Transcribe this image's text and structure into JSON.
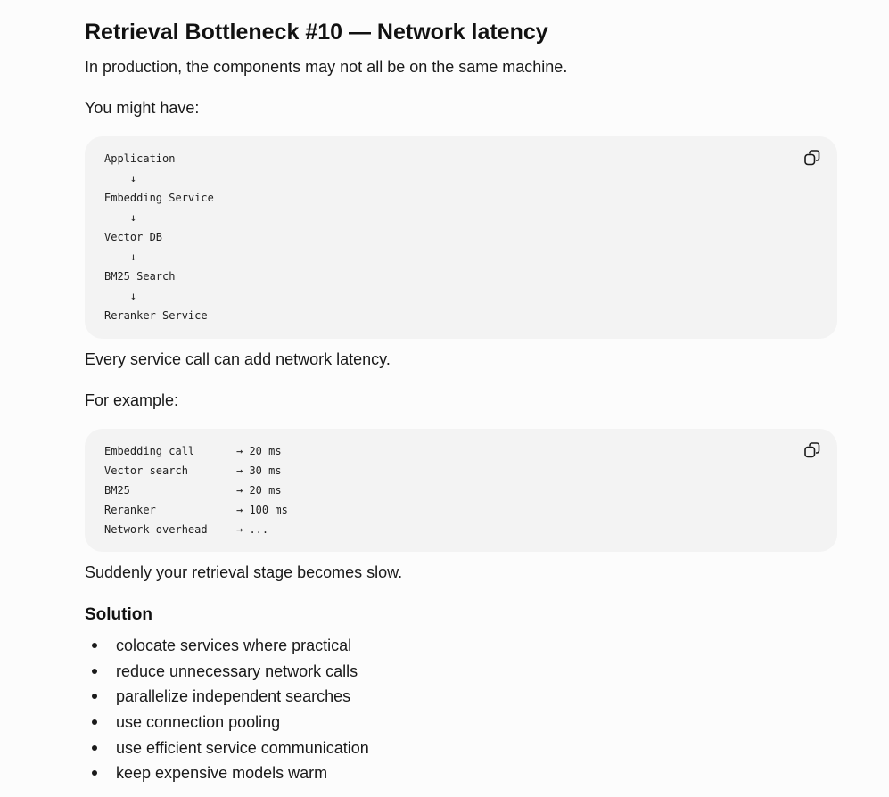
{
  "title": "Retrieval Bottleneck #10 — Network latency",
  "intro": "In production, the components may not all be on the same machine.",
  "might_have": "You might have:",
  "pipeline_code": {
    "lines": [
      "Application",
      "    ↓",
      "Embedding Service",
      "    ↓",
      "Vector DB",
      "    ↓",
      "BM25 Search",
      "    ↓",
      "Reranker Service"
    ],
    "copy_icon": "copy-icon"
  },
  "every_call": "Every service call can add network latency.",
  "for_example": "For example:",
  "latency_code": {
    "rows": [
      {
        "name": "Embedding call",
        "value": "→ 20 ms"
      },
      {
        "name": "Vector search",
        "value": "→ 30 ms"
      },
      {
        "name": "BM25",
        "value": "→ 20 ms"
      },
      {
        "name": "Reranker",
        "value": "→ 100 ms"
      },
      {
        "name": "Network overhead",
        "value": "→ ..."
      }
    ],
    "copy_icon": "copy-icon"
  },
  "suddenly": "Suddenly your retrieval stage becomes slow.",
  "solution_heading": "Solution",
  "solutions": [
    "colocate services where practical",
    "reduce unnecessary network calls",
    "parallelize independent searches",
    "use connection pooling",
    "use efficient service communication",
    "keep expensive models warm"
  ]
}
